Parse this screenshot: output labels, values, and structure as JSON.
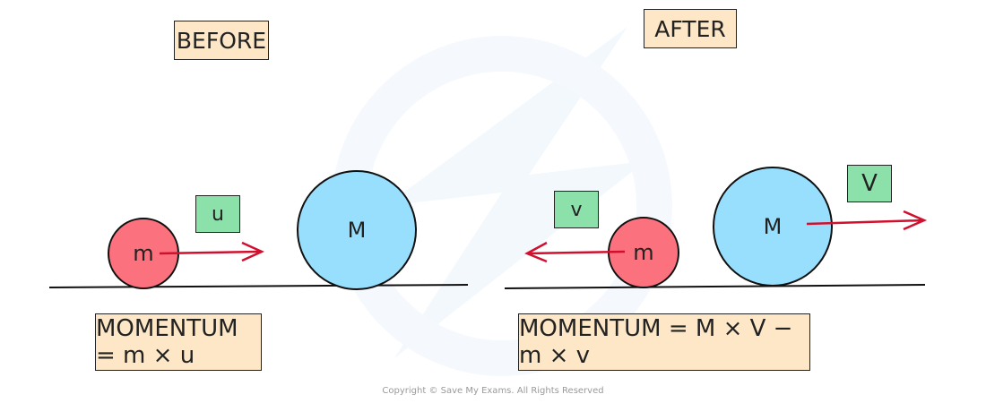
{
  "before": {
    "title": "BEFORE",
    "small_mass": "m",
    "large_mass": "M",
    "velocity_label": "u",
    "momentum_equation": "MOMENTUM = m × u"
  },
  "after": {
    "title": "AFTER",
    "small_mass": "m",
    "large_mass": "M",
    "small_velocity_label": "v",
    "large_velocity_label": "V",
    "momentum_equation": "MOMENTUM = M × V − m × v"
  },
  "colors": {
    "label_box": "#fde7c6",
    "velocity_box": "#8ce0a9",
    "small_ball": "#fb717d",
    "large_ball": "#97dffd",
    "arrow": "#d0102e"
  },
  "copyright": "Copyright © Save My Exams. All Rights Reserved"
}
